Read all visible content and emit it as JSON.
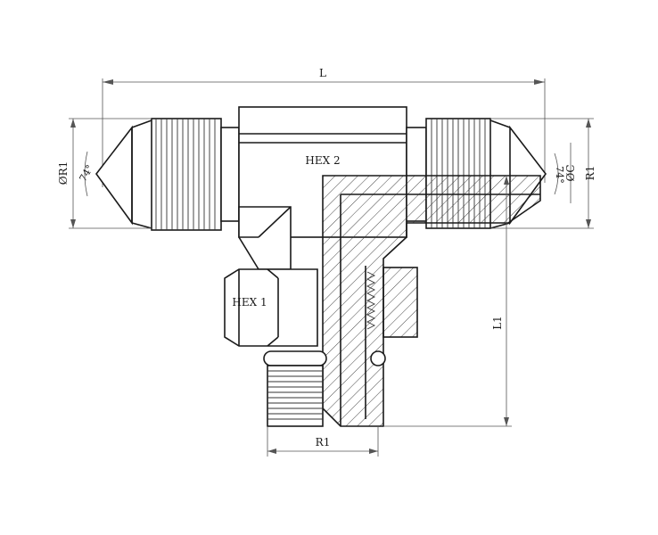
{
  "labels": {
    "length": "L",
    "length_1": "L1",
    "hex_2": "HEX 2",
    "hex_1": "HEX 1",
    "r1_left": "ØR1",
    "r1_right": "R1",
    "r1_bottom": "R1",
    "diameter_c": "ØC",
    "cone_angle_left": "74°",
    "cone_angle_right": "74°"
  }
}
